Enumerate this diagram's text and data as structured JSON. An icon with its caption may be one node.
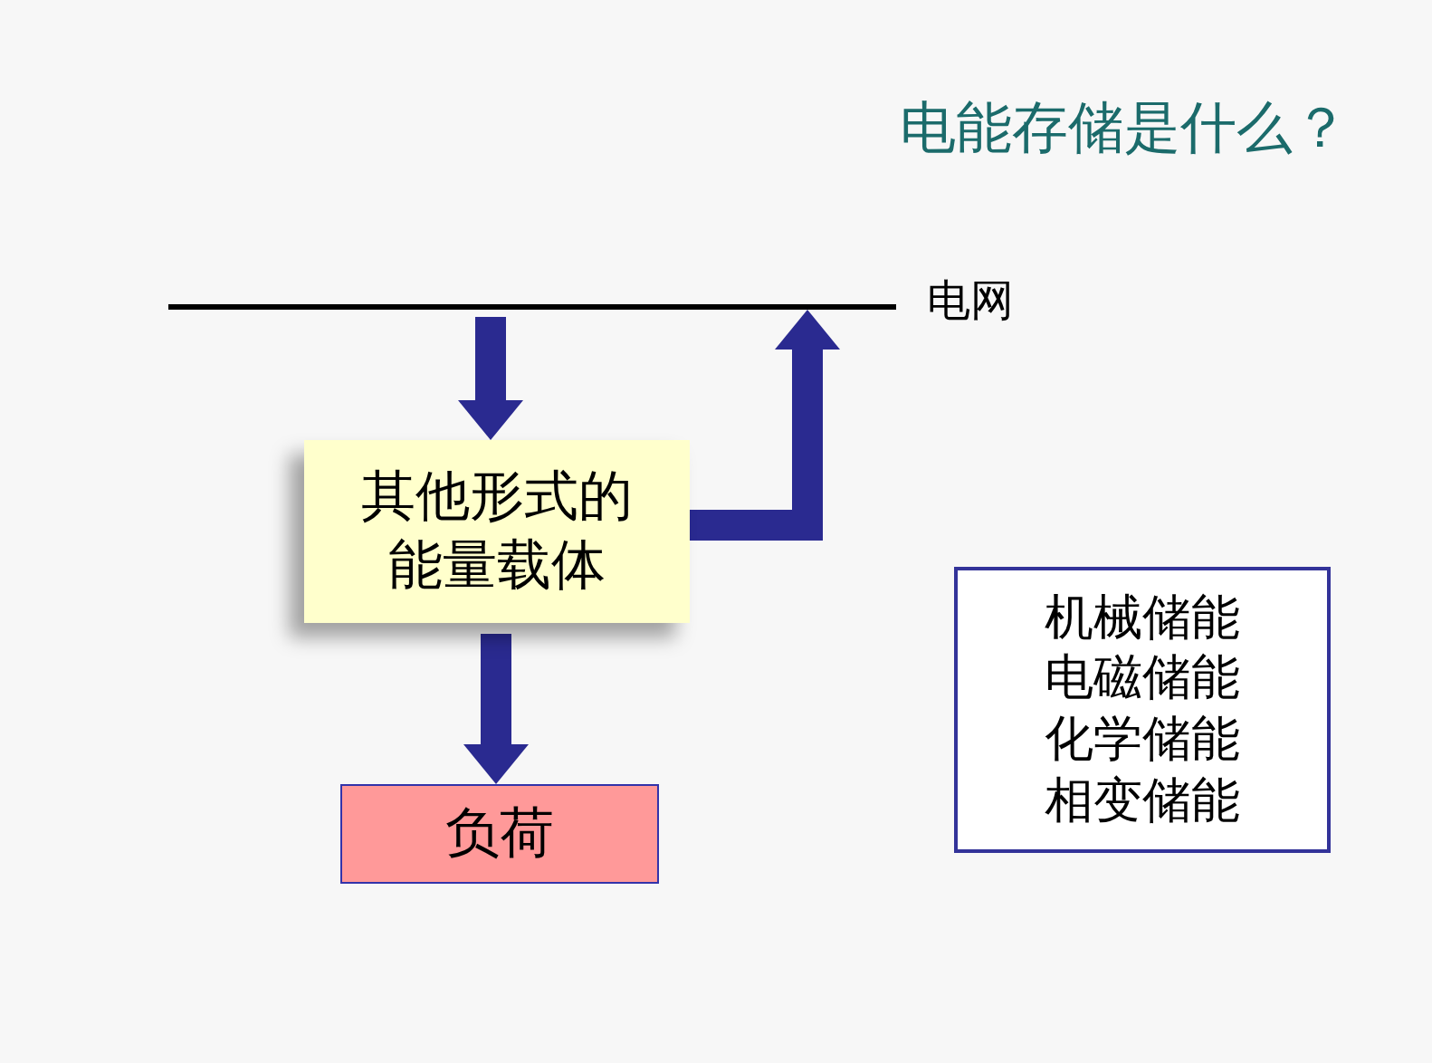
{
  "diagram": {
    "title": "电能存储是什么？",
    "nodes": [
      {
        "text": [],
        "shape": "bar",
        "beside": [
          "电网"
        ]
      },
      {
        "text": [
          "其他形式的能量载体"
        ]
      },
      {
        "text": [
          "负荷"
        ]
      },
      {
        "text": [
          "机械储能",
          "电磁储能",
          "化学储能",
          "相变储能"
        ]
      }
    ],
    "edges": [
      {
        "from": 0,
        "to": 1,
        "arrow": "to"
      },
      {
        "from": 1,
        "to": 0,
        "arrow": "to"
      },
      {
        "from": 1,
        "to": 2,
        "arrow": "to"
      }
    ]
  }
}
